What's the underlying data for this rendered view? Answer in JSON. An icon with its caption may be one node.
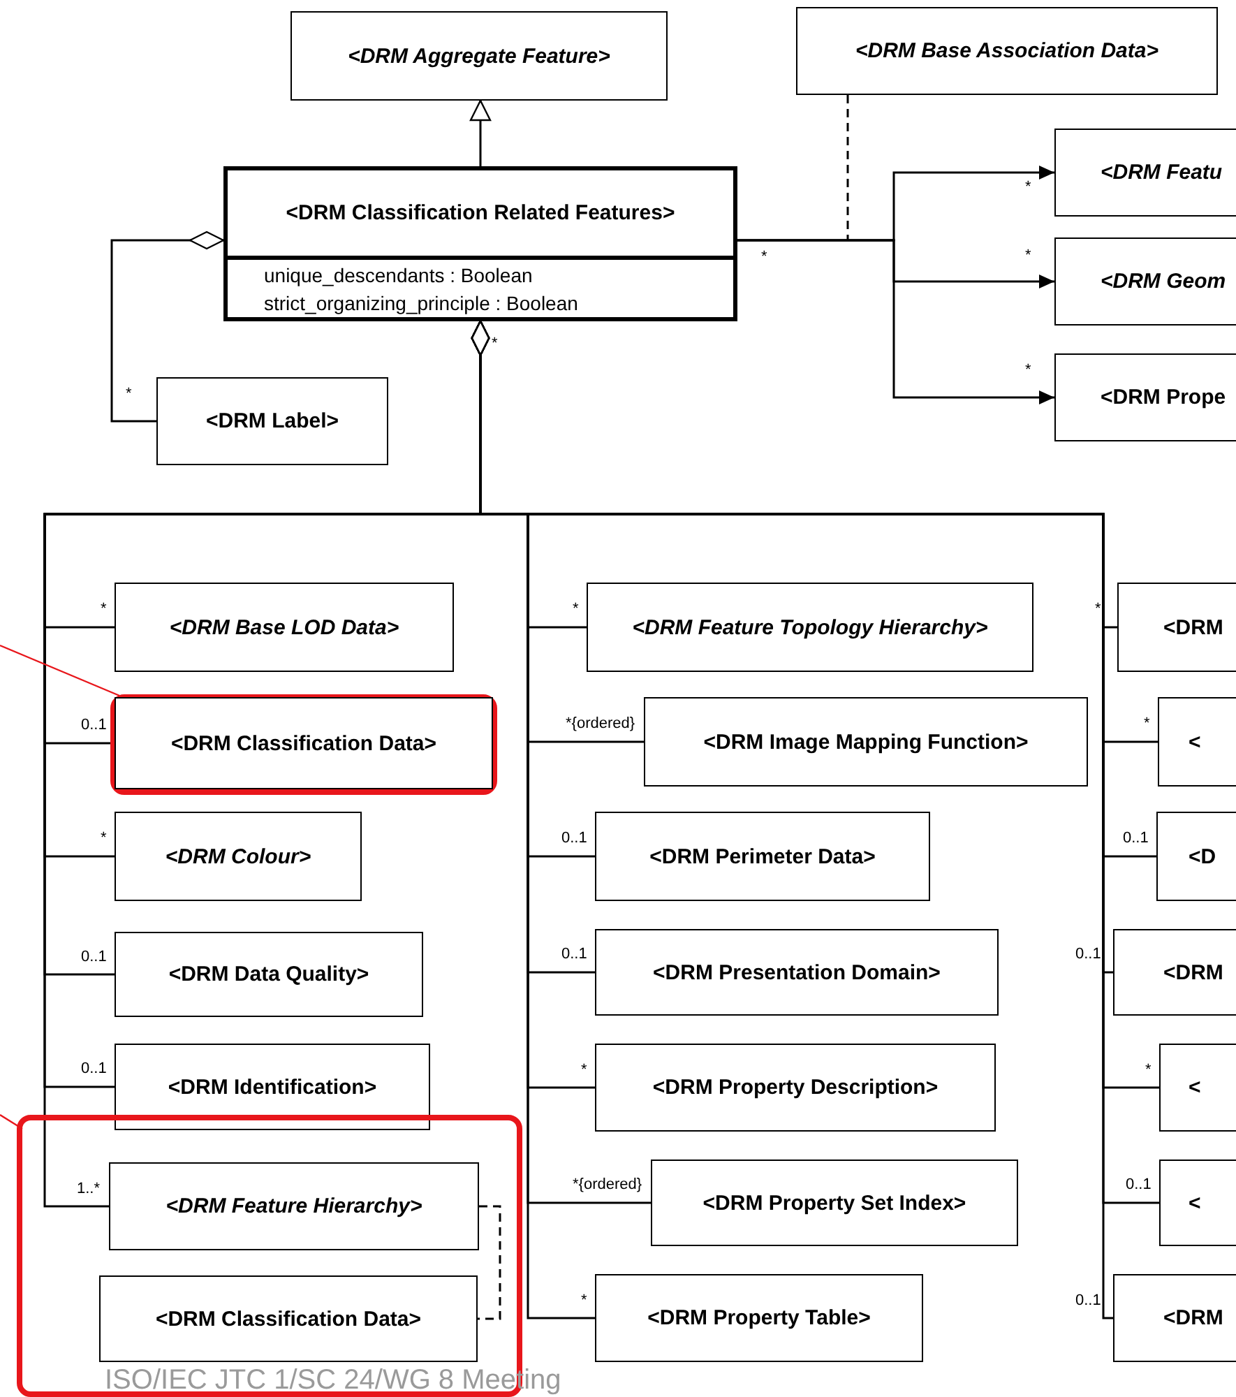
{
  "diagram": {
    "nodes": [
      {
        "text": [
          "<DRM Aggregate Feature>"
        ]
      },
      {
        "text": [
          "<DRM Base Association Data>"
        ]
      },
      {
        "text": [
          "<DRM Classification Related Features>",
          "unique_descendants : Boolean",
          "strict_organizing_principle : Boolean"
        ]
      },
      {
        "text": [
          "<DRM Featu"
        ]
      },
      {
        "text": [
          "<DRM Geom"
        ]
      },
      {
        "text": [
          "<DRM Prope"
        ]
      },
      {
        "text": [
          "<DRM Label>"
        ]
      },
      {
        "text": [
          "<DRM Base LOD Data>"
        ]
      },
      {
        "text": [],
        "shape": "box"
      },
      {
        "text": [
          "<DRM Classification Data>"
        ],
        "in": 8
      },
      {
        "text": [
          "<DRM Colour>"
        ]
      },
      {
        "text": [
          "<DRM Data Quality>"
        ]
      },
      {
        "text": [
          "<DRM Identification>"
        ]
      },
      {
        "text": [],
        "shape": "box"
      },
      {
        "text": [
          "<DRM Feature Hierarchy>"
        ],
        "in": 13
      },
      {
        "text": [
          "<DRM Classification Data>"
        ],
        "in": 13
      },
      {
        "text": [
          "<DRM Feature Topology Hierarchy>"
        ]
      },
      {
        "text": [
          "<DRM Image Mapping Function>"
        ]
      },
      {
        "text": [
          "<DRM Perimeter Data>"
        ]
      },
      {
        "text": [
          "<DRM Presentation Domain>"
        ]
      },
      {
        "text": [
          "<DRM Property Description>"
        ]
      },
      {
        "text": [
          "<DRM Property Set Index>"
        ]
      },
      {
        "text": [
          "<DRM Property Table>"
        ]
      },
      {
        "text": [
          "<DRM"
        ]
      },
      {
        "text": [
          "<"
        ]
      },
      {
        "text": [
          "<D"
        ]
      },
      {
        "text": [
          "<DRM"
        ]
      },
      {
        "text": [
          "<"
        ]
      },
      {
        "text": [
          "<"
        ]
      },
      {
        "text": [
          "<DRM"
        ]
      }
    ],
    "edges": [
      {
        "from": 2,
        "to": 0,
        "arrow": "to"
      },
      {
        "from": 2,
        "to": 6,
        "arrow": "other",
        "label": "*"
      },
      {
        "from": 1,
        "to": null,
        "arrow": "none",
        "style": "dashed"
      },
      {
        "from": 2,
        "to": 3,
        "arrow": "to",
        "label": "*"
      },
      {
        "from": 2,
        "to": 4,
        "arrow": "to",
        "label": "*"
      },
      {
        "from": 2,
        "to": 5,
        "arrow": "to",
        "label": "*"
      },
      {
        "from": 2,
        "to": 7,
        "arrow": "other",
        "label": "*"
      },
      {
        "from": 2,
        "to": 9,
        "arrow": "other",
        "label": "0..1"
      },
      {
        "from": 2,
        "to": 10,
        "arrow": "other",
        "label": "*"
      },
      {
        "from": 2,
        "to": 11,
        "arrow": "other",
        "label": "0..1"
      },
      {
        "from": 2,
        "to": 12,
        "arrow": "other",
        "label": "0..1"
      },
      {
        "from": 2,
        "to": 14,
        "arrow": "other",
        "label": "1..*"
      },
      {
        "from": 2,
        "to": 16,
        "arrow": "other",
        "label": "*"
      },
      {
        "from": 2,
        "to": 17,
        "arrow": "other",
        "label": "*{ordered}"
      },
      {
        "from": 2,
        "to": 18,
        "arrow": "other",
        "label": "0..1"
      },
      {
        "from": 2,
        "to": 19,
        "arrow": "other",
        "label": "0..1"
      },
      {
        "from": 2,
        "to": 20,
        "arrow": "other",
        "label": "*"
      },
      {
        "from": 2,
        "to": 21,
        "arrow": "other",
        "label": "*{ordered}"
      },
      {
        "from": 2,
        "to": 22,
        "arrow": "other",
        "label": "*"
      },
      {
        "from": 2,
        "to": 23,
        "arrow": "other",
        "label": "*"
      },
      {
        "from": 2,
        "to": 24,
        "arrow": "other",
        "label": "*"
      },
      {
        "from": 2,
        "to": 25,
        "arrow": "other",
        "label": "0..1"
      },
      {
        "from": 2,
        "to": 26,
        "arrow": "other",
        "label": "0..1"
      },
      {
        "from": 2,
        "to": 27,
        "arrow": "other",
        "label": "*"
      },
      {
        "from": 2,
        "to": 28,
        "arrow": "other",
        "label": "0..1"
      },
      {
        "from": 2,
        "to": 29,
        "arrow": "other",
        "label": "0..1"
      },
      {
        "from": 14,
        "to": 15,
        "arrow": "none",
        "style": "dashed"
      },
      {
        "from": null,
        "to": 8,
        "arrow": "none",
        "color": "#e8161b"
      },
      {
        "from": null,
        "to": 13,
        "arrow": "none",
        "color": "#e8161b"
      }
    ],
    "labels": [
      "*",
      "*",
      "ISO/IEC JTC 1/SC 24/WG 8 Meeting"
    ]
  }
}
